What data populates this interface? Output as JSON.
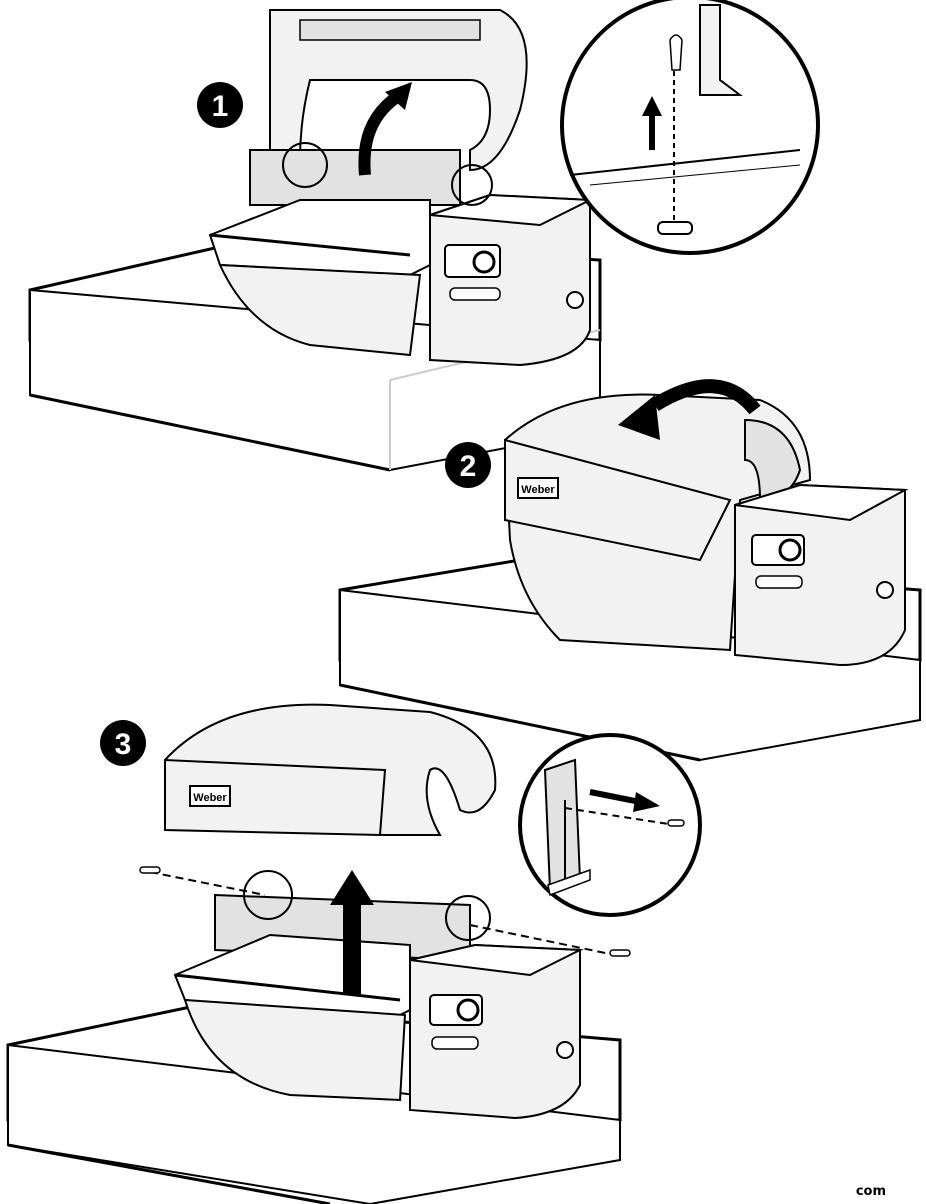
{
  "steps": [
    {
      "number": "1"
    },
    {
      "number": "2"
    },
    {
      "number": "3"
    }
  ],
  "brand_label": "Weber",
  "footer_text": "com",
  "colors": {
    "line": "#000000",
    "body_fill": "#f2f2f2",
    "shade_fill": "#e2e2e2",
    "inner_fill": "#ffffff",
    "badge_fill": "#000000",
    "badge_text": "#ffffff",
    "table_shadow": "#d8d8d8"
  }
}
